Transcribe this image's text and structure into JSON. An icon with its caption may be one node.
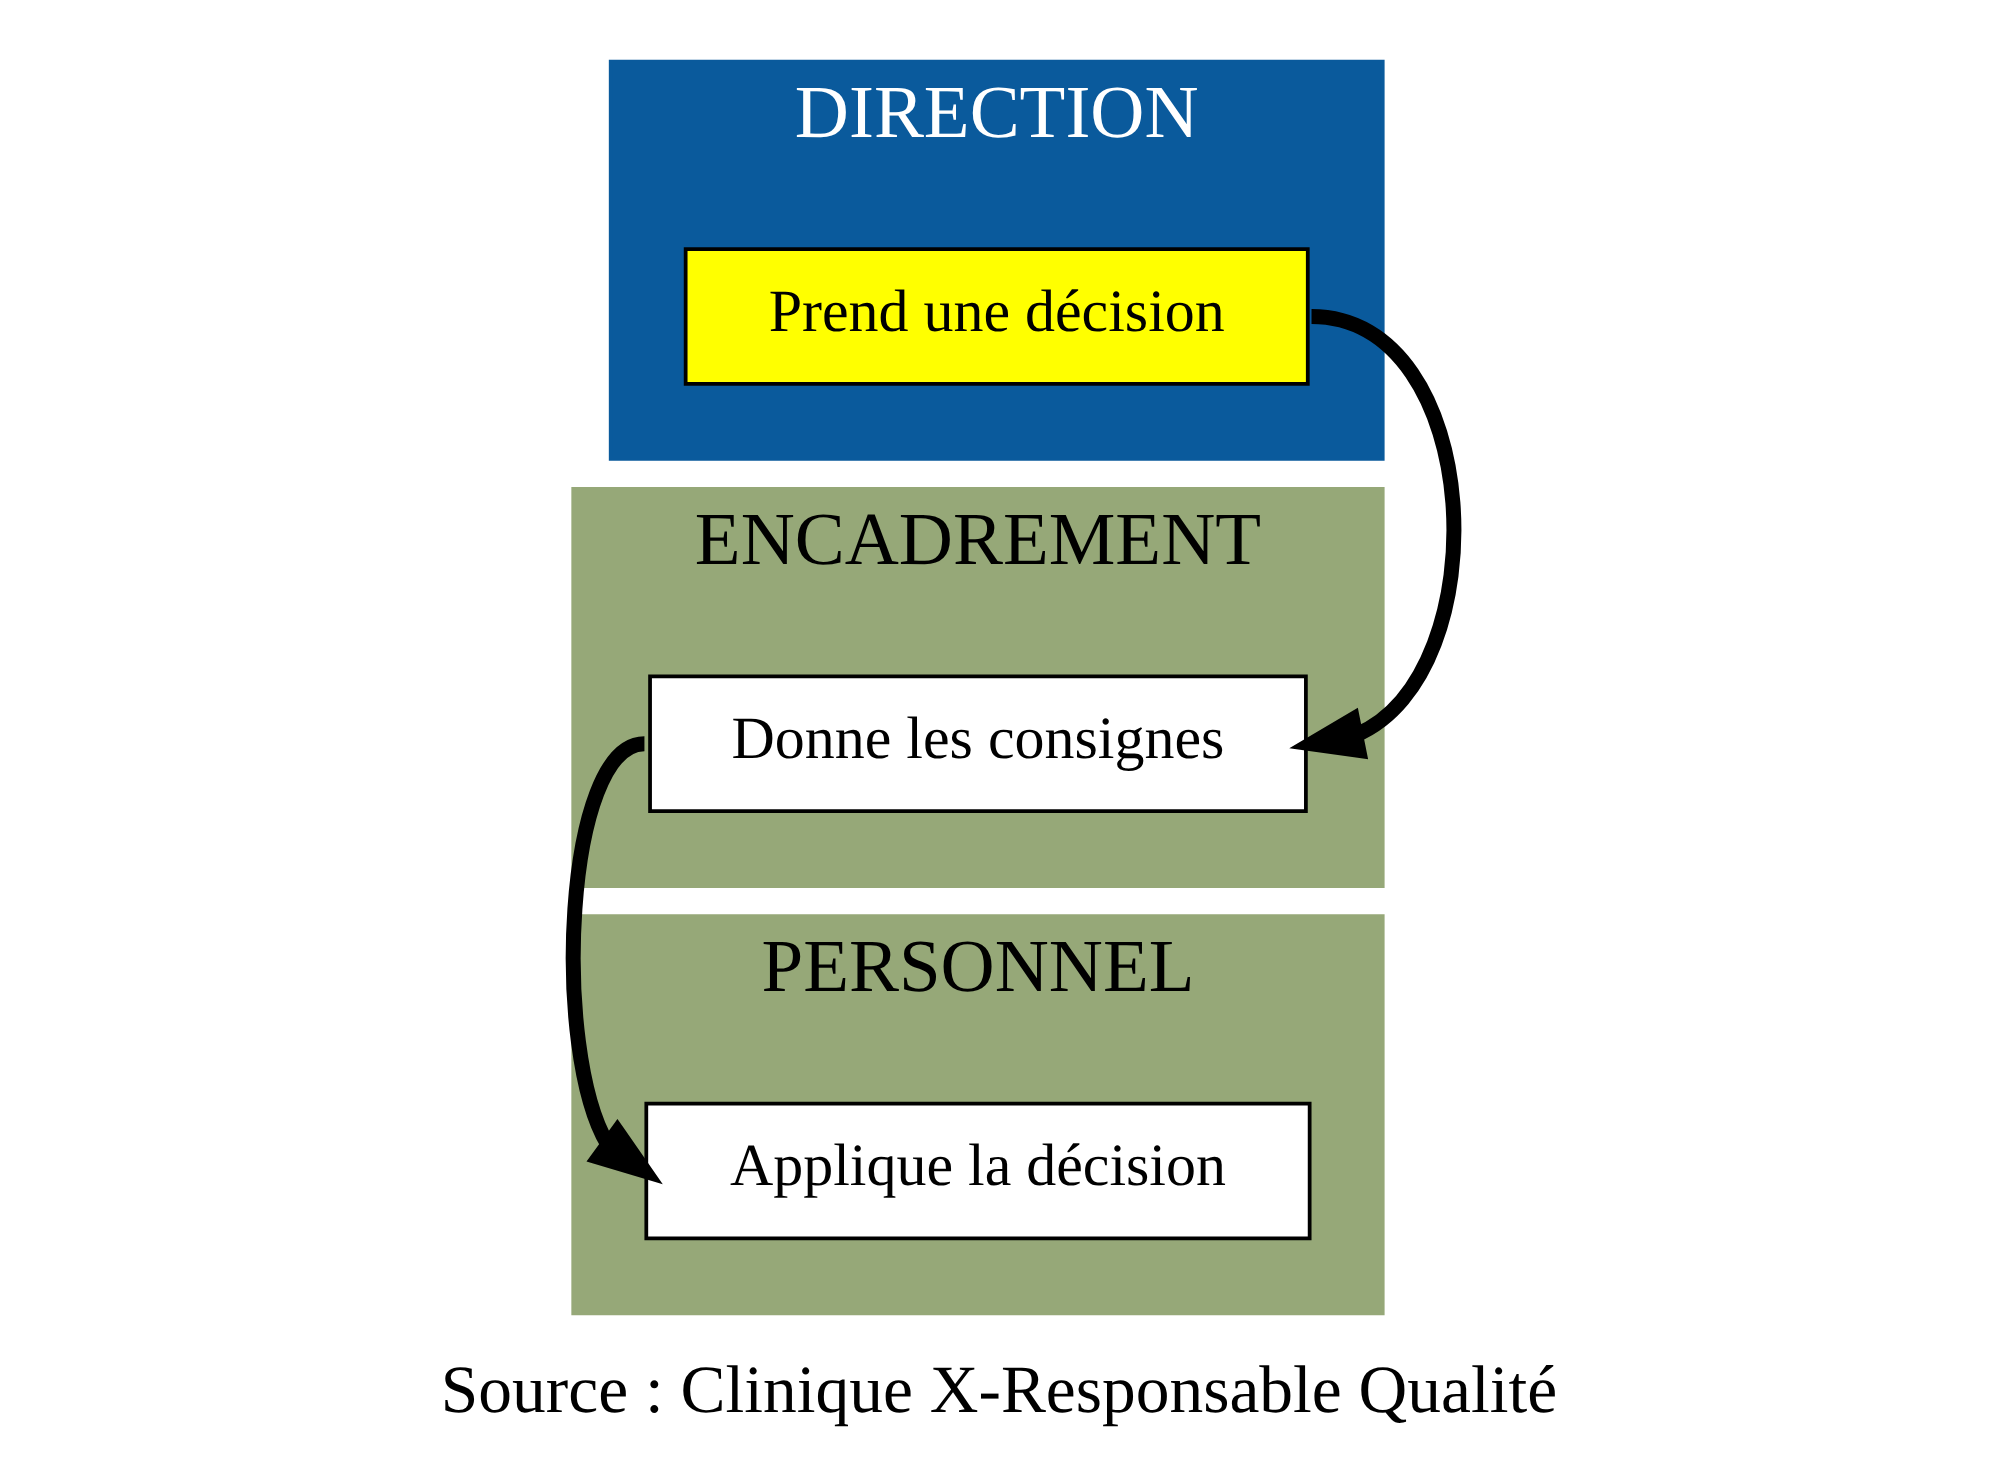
{
  "diagram": {
    "caption": "Source : Clinique X-Responsable Qualité",
    "nodes": [
      {
        "text": [
          "DIRECTION"
        ]
      },
      {
        "text": [
          "Prend une décision"
        ],
        "in": 0
      },
      {
        "text": [
          "ENCADREMENT"
        ]
      },
      {
        "text": [
          "Donne les consignes"
        ],
        "in": 2
      },
      {
        "text": [
          "PERSONNEL"
        ]
      },
      {
        "text": [
          "Applique la décision"
        ],
        "in": 4
      }
    ],
    "edges": [
      {
        "from": 1,
        "to": 3,
        "arrow": "to"
      },
      {
        "from": 3,
        "to": 5,
        "arrow": "to"
      }
    ]
  }
}
